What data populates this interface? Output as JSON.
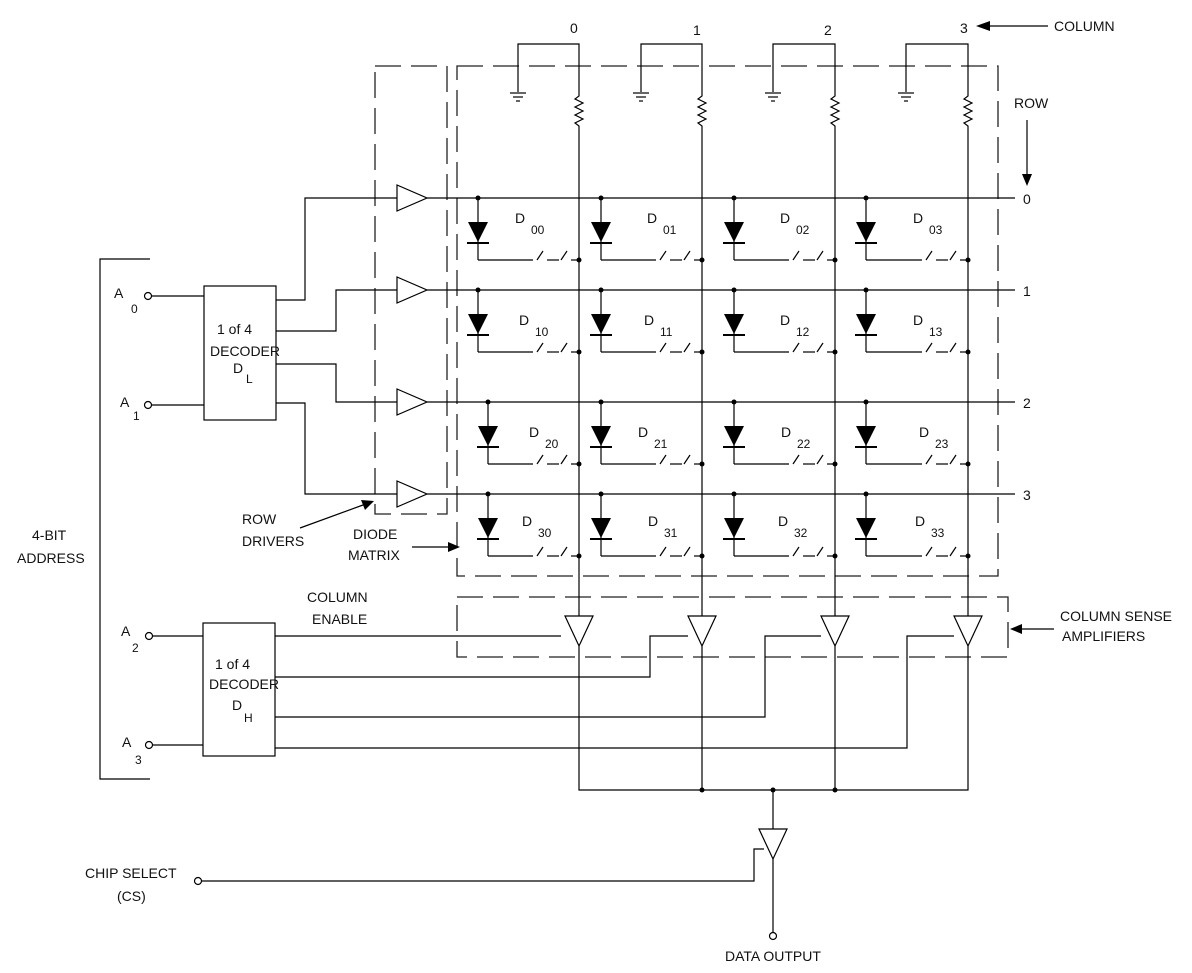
{
  "labels": {
    "column_heading": "COLUMN",
    "row_heading": "ROW",
    "column_numbers": [
      "0",
      "1",
      "2",
      "3"
    ],
    "row_numbers": [
      "0",
      "1",
      "2",
      "3"
    ],
    "address_group": [
      "4-BIT",
      "ADDRESS"
    ],
    "row_drivers": [
      "ROW",
      "DRIVERS"
    ],
    "diode_matrix": [
      "DIODE",
      "MATRIX"
    ],
    "column_enable": [
      "COLUMN",
      "ENABLE"
    ],
    "column_sense": [
      "COLUMN SENSE",
      "AMPLIFIERS"
    ],
    "chip_select": [
      "CHIP SELECT",
      "(CS)"
    ],
    "data_output": "DATA OUTPUT"
  },
  "address_inputs": [
    {
      "letter": "A",
      "index": "0"
    },
    {
      "letter": "A",
      "index": "1"
    },
    {
      "letter": "A",
      "index": "2"
    },
    {
      "letter": "A",
      "index": "3"
    }
  ],
  "decoders": [
    {
      "line1": "1 of 4",
      "line2": "DECODER",
      "letter": "D",
      "sub": "L"
    },
    {
      "line1": "1 of 4",
      "line2": "DECODER",
      "letter": "D",
      "sub": "H"
    }
  ],
  "diodes": [
    {
      "letter": "D",
      "index": "00"
    },
    {
      "letter": "D",
      "index": "01"
    },
    {
      "letter": "D",
      "index": "02"
    },
    {
      "letter": "D",
      "index": "03"
    },
    {
      "letter": "D",
      "index": "10"
    },
    {
      "letter": "D",
      "index": "11"
    },
    {
      "letter": "D",
      "index": "12"
    },
    {
      "letter": "D",
      "index": "13"
    },
    {
      "letter": "D",
      "index": "20"
    },
    {
      "letter": "D",
      "index": "21"
    },
    {
      "letter": "D",
      "index": "22"
    },
    {
      "letter": "D",
      "index": "23"
    },
    {
      "letter": "D",
      "index": "30"
    },
    {
      "letter": "D",
      "index": "31"
    },
    {
      "letter": "D",
      "index": "32"
    },
    {
      "letter": "D",
      "index": "33"
    }
  ]
}
